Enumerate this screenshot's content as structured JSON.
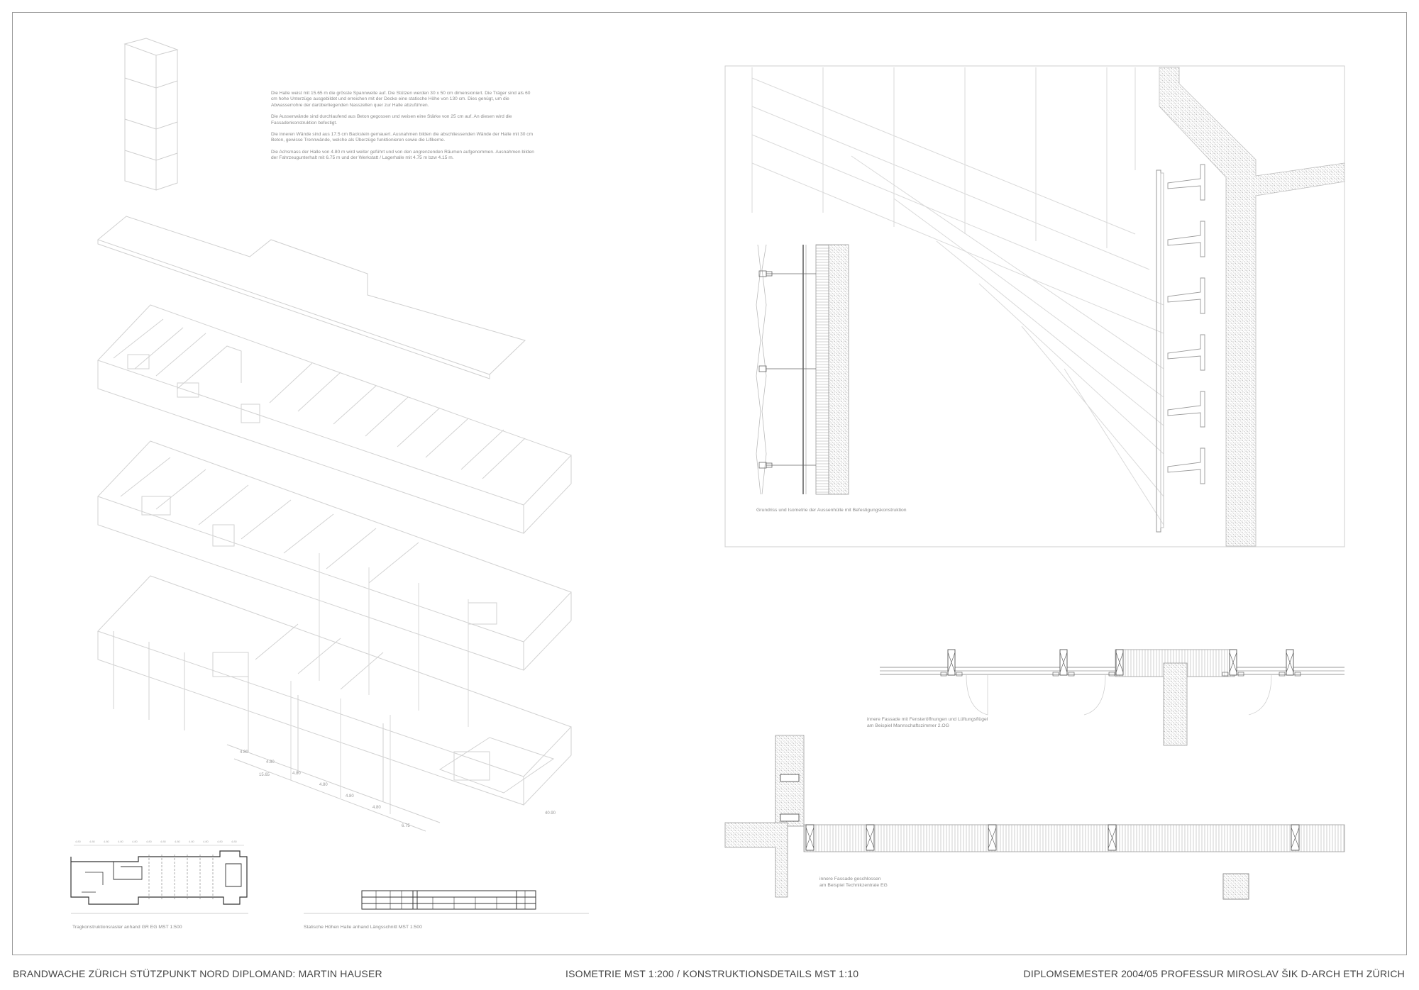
{
  "text_block": [
    "Die Halle weist mit 15.65 m die grösste Spannweite auf. Die Stützen werden 30 x 50 cm dimensioniert. Die Träger sind als 60 cm hohe Unterzüge ausgebildet und erreichen mit der Decke eine statische Höhe von 130 cm. Dies genügt, um die Abwasserrohre der darüberliegenden Nasszellen quer zur Halle abzuführen.",
    "Die Aussenwände sind durchlaufend aus Beton gegossen und weisen eine Stärke von 25 cm auf. An diesen wird die Fassadenkonstruktion befestigt.",
    "Die inneren Wände sind aus 17.5 cm Backstein gemauert. Ausnahmen bilden die abschliessenden Wände der Halle mit 30 cm Beton, gewisse Trennwände, welche als Überzüge funktionieren sowie die Lifikerne.",
    "Die Achsmass der Halle von 4.80 m wird weiter geführt und von den angrenzenden Räumen aufgenommen. Ausnahmen bilden der Fahrzeugunterhalt mit 6.75 m und der Werkstatt / Lagerhalle mit 4.75 m bzw 4.15 m."
  ],
  "dimensions": {
    "axis": [
      "4.80",
      "4.80",
      "4.80",
      "4.80",
      "4.80",
      "4.80"
    ],
    "total": "15.65",
    "end_short": "6.75",
    "end_long": "40.90",
    "plan_ticks": [
      "4.80",
      "4.80",
      "4.80",
      "4.80",
      "4.80",
      "4.80",
      "4.80",
      "4.80",
      "4.80",
      "4.80",
      "4.80",
      "4.80"
    ]
  },
  "captions": {
    "facade_detail": "Grundriss und Isometrie der Aussenhülle mit Befestigungskonstruktion",
    "inner_facade_open_1": "innere Fassade mit Fensteröffnungen und Lüftungsflügel",
    "inner_facade_open_2": "am Beispiel Mannschaftszimmer 2.OG",
    "inner_facade_closed_1": "innere Fassade geschlossen",
    "inner_facade_closed_2": "am Beispiel Technikzentrale EG",
    "structure_grid": "Tragkonstruktionsraster anhand GR EG  MST 1:500",
    "section": "Statische Höhen Halle anhand Längsschnitt  MST 1:500"
  },
  "footer": {
    "left": "BRANDWACHE ZÜRICH  STÜTZPUNKT NORD   DIPLOMAND: MARTIN HAUSER",
    "center": "ISOMETRIE  MST 1:200  /  KONSTRUKTIONSDETAILS  MST 1:10",
    "right": "DIPLOMSEMESTER 2004/05   PROFESSUR MIROSLAV ŠIK   D-ARCH ETH ZÜRICH"
  },
  "colors": {
    "line": "#9a9a9a",
    "light_line": "#c8c8c8",
    "dark_line": "#333333",
    "text": "#444444"
  }
}
